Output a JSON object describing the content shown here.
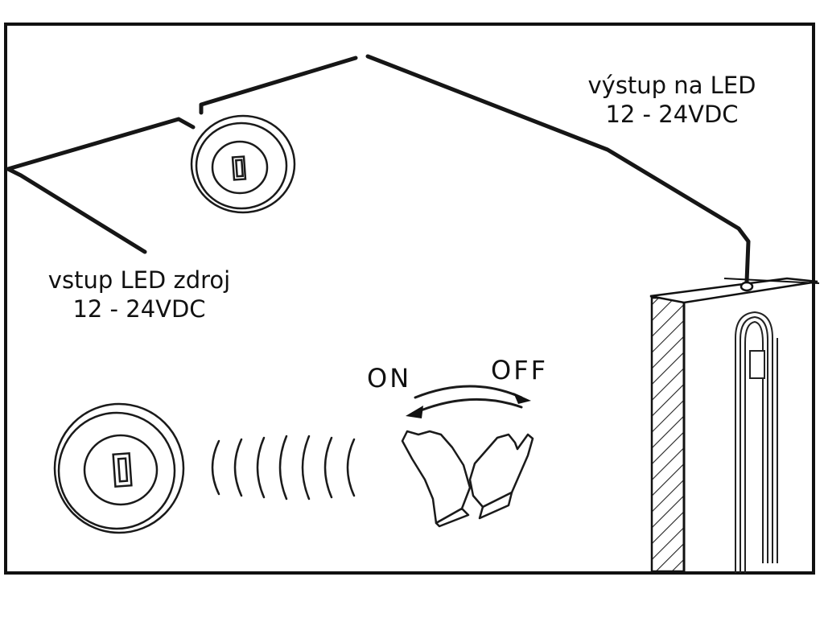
{
  "output_label": {
    "line1": "výstup na LED",
    "line2": "12 - 24VDC"
  },
  "input_label": {
    "line1": "vstup LED zdroj",
    "line2": "12 - 24VDC"
  },
  "control": {
    "on": "ON",
    "off": "OFF"
  },
  "icons": [
    "sensor-switch-icon",
    "hand-gesture-icon",
    "signal-waves-icon",
    "led-light-fixture-icon"
  ]
}
